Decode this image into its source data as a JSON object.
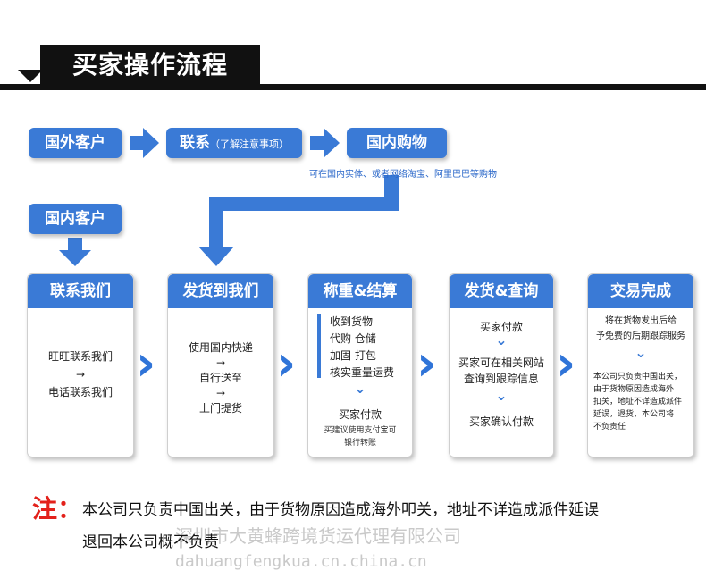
{
  "header": {
    "title": "买家操作流程"
  },
  "top_flow": {
    "foreign_customer": "国外客户",
    "contact_label": "联系",
    "contact_note": "（了解注意事项）",
    "domestic_purchase": "国内购物",
    "purchase_note": "可在国内实体、或者网络淘宝、阿里巴巴等购物",
    "domestic_customer": "国内客户"
  },
  "cards": [
    {
      "title": "联系我们",
      "lines": [
        "旺旺联系我们",
        "→",
        "电话联系我们"
      ]
    },
    {
      "title": "发货到我们",
      "lines": [
        "使用国内快递",
        "→",
        "自行送至",
        "→",
        "上门提货"
      ]
    },
    {
      "title": "称重&结算",
      "lines": [
        "收到货物",
        "代购 仓储",
        "加固 打包",
        "核实重量运费"
      ],
      "sub_title": "买家付款",
      "sub_lines": [
        "买建议使用支付宝可",
        "银行转账"
      ]
    },
    {
      "title": "发货&查询",
      "step1": "买家付款",
      "step2_lines": [
        "买家可在相关网站",
        "查询到跟踪信息"
      ],
      "step3": "买家确认付款"
    },
    {
      "title": "交易完成",
      "top_lines": [
        "将在货物发出后给",
        "予免费的后期跟踪服务"
      ],
      "bottom_lines": [
        "本公司只负责中国出关，",
        "由于货物原因造成海外",
        "扣关，地址不详造成派件",
        "延误，退货，本公司将",
        "不负责任"
      ]
    }
  ],
  "notice": {
    "mark": "注：",
    "line1": "本公司只负责中国出关，由于货物原因造成海外叩关，地址不详造成派件延误",
    "line2": "退回本公司概不负责"
  },
  "watermark": {
    "company": "深圳市大黄蜂跨境货运代理有限公司",
    "domain": "dahuangfengkua.cn.china.cn"
  },
  "colors": {
    "accent": "#3a7ad6",
    "arrow": "#2f74d8",
    "warning": "#e3211b",
    "header": "#111111"
  }
}
